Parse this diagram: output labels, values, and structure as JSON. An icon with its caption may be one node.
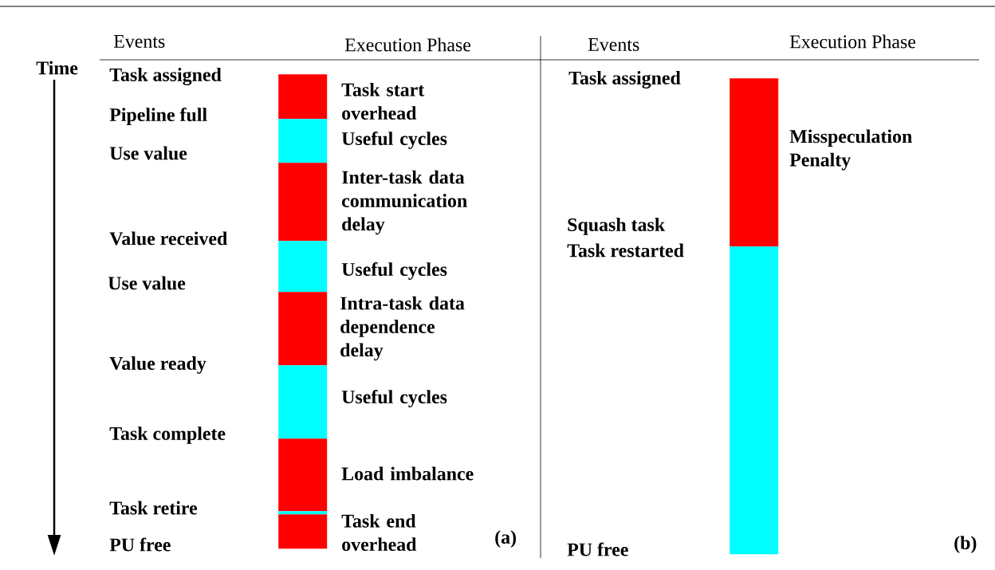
{
  "diagram": {
    "nodes": [
      {
        "text": [],
        "shape": "bar",
        "beside": [
          "Task start overhead"
        ]
      },
      {
        "text": [],
        "shape": "bar",
        "beside": [
          "Useful cycles"
        ]
      },
      {
        "text": [],
        "shape": "bar",
        "beside": [
          "Inter-task data communication delay"
        ]
      },
      {
        "text": [],
        "shape": "bar",
        "beside": [
          "Useful cycles"
        ]
      },
      {
        "text": [],
        "shape": "bar",
        "beside": [
          "Intra-task data dependence delay"
        ]
      },
      {
        "text": [],
        "shape": "bar",
        "beside": [
          "Useful cycles"
        ]
      },
      {
        "text": [],
        "shape": "bar",
        "beside": [
          "Load imbalance"
        ]
      },
      {
        "text": [],
        "shape": "bar"
      },
      {
        "text": [],
        "shape": "bar",
        "beside": [
          "Task end overhead"
        ]
      },
      {
        "text": [],
        "shape": "bar",
        "beside": [
          "Misspeculation Penalty"
        ]
      },
      {
        "text": [],
        "shape": "bar"
      }
    ],
    "labels": [
      "Events",
      "Execution Phase",
      "Events",
      "Execution Phase",
      "Time",
      "Task assigned",
      "Pipeline full",
      "Use value",
      "Value received",
      "Use value",
      "Value ready",
      "Task complete",
      "Task retire",
      "PU free",
      "(a)",
      "Task assigned",
      "Squash task",
      "Task restarted",
      "PU free",
      "(b)"
    ]
  }
}
